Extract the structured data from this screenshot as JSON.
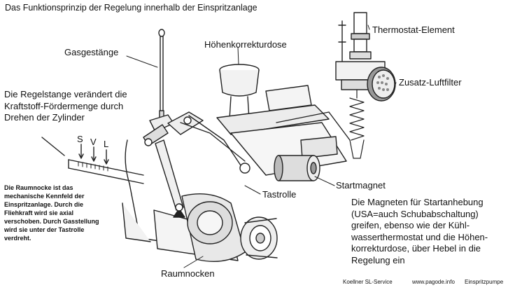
{
  "title": "Das Funktionsprinzip der Regelung innerhalb der Einspritzanlage",
  "labels": {
    "gasgestaenge": "Gasgestänge",
    "hoehenkorrekturdose": "Höhenkorrekturdose",
    "thermostat": "Thermostat-Element",
    "zusatzluftfilter": "Zusatz-Luftfilter",
    "startmagnet": "Startmagnet",
    "tastrolle": "Tastrolle",
    "raumnocken": "Raumnocken",
    "s": "S",
    "v": "V",
    "l": "L"
  },
  "notes": {
    "regelstange": "Die Regelstange verändert die Kraftstoff-Fördermenge durch Drehen der Zylinder",
    "raumnocke": "Die Raumnocke ist das mechanische Kennfeld der Einspritzanlage. Durch die Fliehkraft wird sie axial verschoben. Durch Gasstellung wird sie unter der Tastrolle verdreht.",
    "magneten": "Die Magneten für Startanhebung (USA=auch Schubabschaltung) greifen, ebenso wie der Kühl-wasserthermostat und die Höhen-korrekturdose, über Hebel in die Regelung ein"
  },
  "footer": {
    "left": "Koellner SL-Service",
    "mid": "www.pagode.info",
    "right": "Einspritzpumpe"
  }
}
